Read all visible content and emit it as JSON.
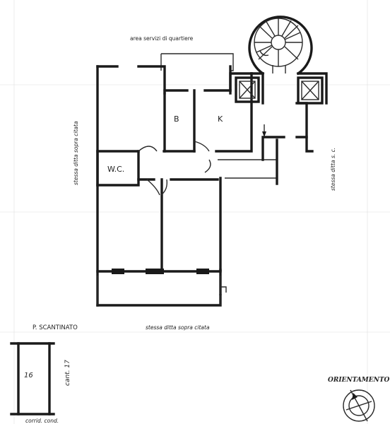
{
  "labels": {
    "top": "area servizi di quartiere",
    "room_b": "B",
    "room_k": "K",
    "room_wc": "W.C.",
    "left_side": "stessa ditta sopra citata",
    "right_side": "stessa ditta s. c.",
    "bottom": "stessa ditta sopra citata",
    "basement": "P. SCANTINATO",
    "cellar_number": "16",
    "cellar_side": "cant. 17",
    "corridor": "corrid. cond.",
    "orientation": "ORIENTAMENTO"
  },
  "icons": {
    "compass": "compass-icon",
    "elevator": "elevator-icon",
    "staircase": "spiral-staircase-icon"
  }
}
